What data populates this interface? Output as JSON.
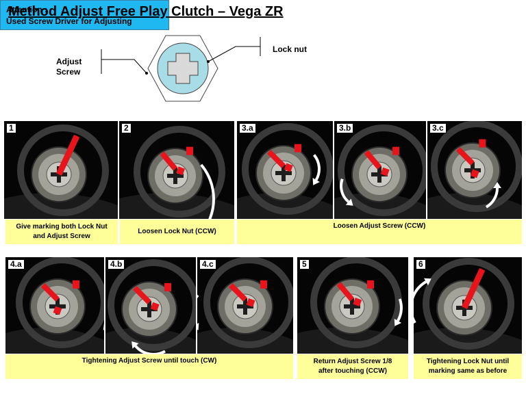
{
  "title": "Method Adjust Free Play Clutch – Vega ZR",
  "diagram": {
    "adjust_screw_label_line1": "Adjust",
    "adjust_screw_label_line2": "Screw",
    "lock_nut_label": "Lock nut"
  },
  "attention": {
    "line1": "Attention :",
    "line2": "Used Screw Driver for Adjusting"
  },
  "steps": [
    {
      "number": "1",
      "caption_line1": "Give marking both Lock Nut",
      "caption_line2": "and Adjust Screw"
    },
    {
      "number": "2",
      "caption_line1": "Loosen Lock Nut (CCW)"
    },
    {
      "number": "3.a"
    },
    {
      "number": "3.b"
    },
    {
      "number": "3.c"
    },
    {
      "number": "4.a"
    },
    {
      "number": "4.b"
    },
    {
      "number": "4.c"
    },
    {
      "number": "5",
      "caption_line1": "Return Adjust Screw 1/8",
      "caption_line2": "after touching (CCW)"
    },
    {
      "number": "6",
      "caption_line1": "Tightening Lock Nut until",
      "caption_line2": "marking same as before"
    }
  ],
  "group_captions": {
    "step3": "Loosen Adjust Screw (CCW)",
    "step4": "Tightening Adjust Screw until touch (CW)"
  },
  "colors": {
    "attention_bg": "#1fb8f0",
    "caption_bg": "#ffff99",
    "marking": "#e8141c",
    "screw_face": "#a8dde8"
  }
}
